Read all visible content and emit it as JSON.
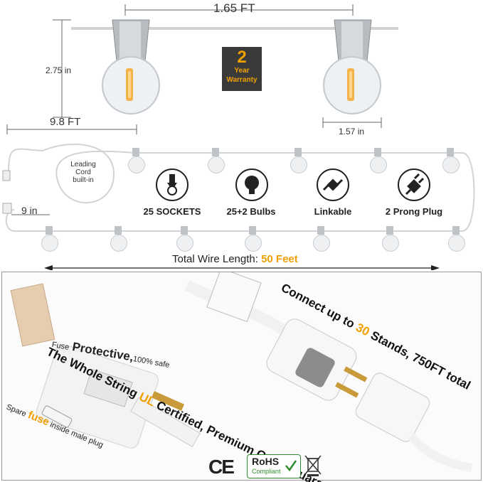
{
  "dimensions": {
    "width": "1.65 FT",
    "height": "2.75 in",
    "bulb_diameter": "1.57 in",
    "lead_cord": "9.8 FT",
    "spacing": "9 in"
  },
  "warranty": {
    "number": "2",
    "line1": "Year",
    "line2": "Warranty"
  },
  "leading_cord_label": {
    "line1": "Leading",
    "line2": "Cord",
    "line3": "built-in"
  },
  "features": [
    {
      "icon": "socket-icon",
      "label": "25 SOCKETS"
    },
    {
      "icon": "bulb-icon",
      "label": "25+2 Bulbs"
    },
    {
      "icon": "linkable-plug-icon",
      "label": "Linkable"
    },
    {
      "icon": "two-prong-plug-icon",
      "label": "2 Prong Plug"
    }
  ],
  "total_wire": {
    "label": "Total Wire Length:",
    "value": "50 Feet"
  },
  "headline_left": {
    "before": "The Whole String ",
    "highlight": "UL",
    "after": " Certified, Premium Qulity Guarantee"
  },
  "headline_right": {
    "before": "Connect up to ",
    "highlight": "30",
    "after": " Stands, 750FT total"
  },
  "fuse_protective": {
    "small": "Fuse",
    "big": "Protective,",
    "tail": "100% safe"
  },
  "spare_fuse": {
    "before": "Spare ",
    "highlight": "fuse",
    "after": " inside male plug"
  },
  "certifications": {
    "ce": "CE",
    "rohs": "RoHS",
    "rohs_sub": "Compliant"
  },
  "colors": {
    "accent": "#f0a000",
    "warranty_bg": "#3a3a3a",
    "text": "#222222"
  }
}
